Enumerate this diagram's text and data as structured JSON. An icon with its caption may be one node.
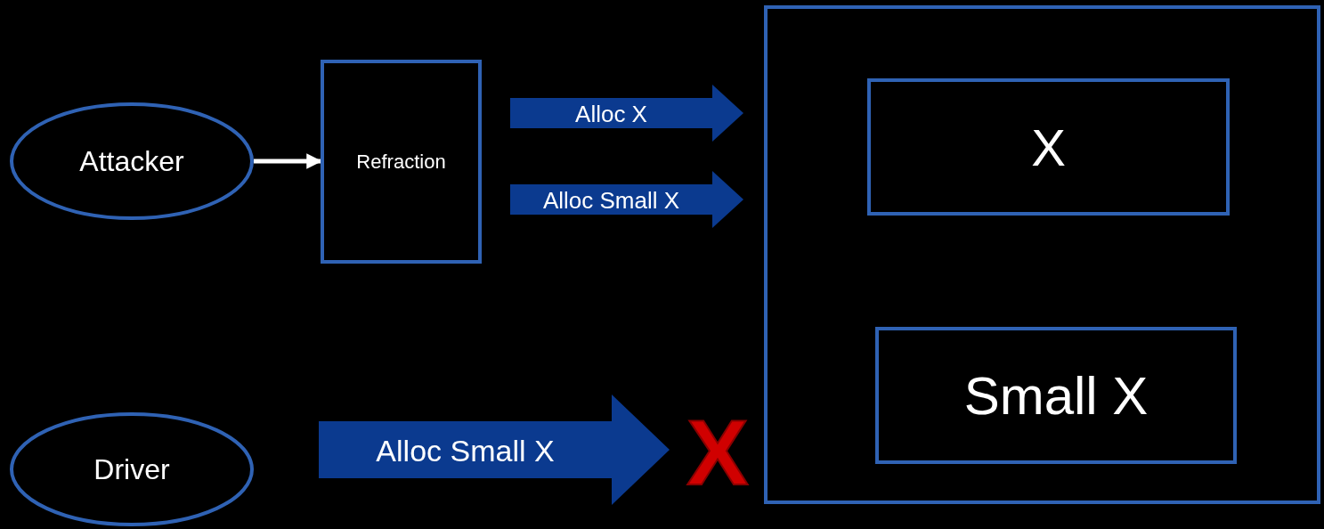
{
  "diagram": {
    "nodes": [
      {
        "text": [
          "Attacker"
        ]
      },
      {
        "text": [
          "Refraction"
        ]
      },
      {
        "text": [],
        "shape": "box"
      },
      {
        "text": [
          "X"
        ],
        "in": 2
      },
      {
        "text": [
          "Small X"
        ],
        "in": 2
      },
      {
        "text": [
          "Driver"
        ]
      },
      {
        "text": [
          "X"
        ]
      }
    ],
    "edges": [
      {
        "from": 0,
        "to": 1,
        "arrow": "to",
        "color": "#ffffff"
      },
      {
        "from": 1,
        "to": 2,
        "arrow": "to",
        "label": "Alloc X",
        "style": "thick"
      },
      {
        "from": 1,
        "to": 2,
        "arrow": "to",
        "label": "Alloc Small X",
        "style": "thick"
      },
      {
        "from": 5,
        "to": 6,
        "arrow": "to",
        "label": "Alloc Small X",
        "style": "thick"
      }
    ]
  }
}
